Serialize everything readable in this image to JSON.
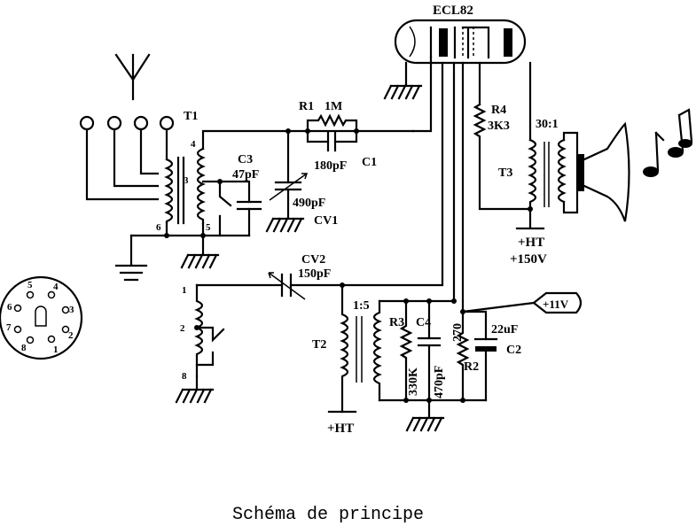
{
  "tube": {
    "name": "ECL82"
  },
  "t1": {
    "name": "T1",
    "pin4": "4",
    "pin3": "3",
    "pin6": "6",
    "pin5": "5"
  },
  "r1": {
    "name": "R1",
    "value": "1M"
  },
  "c1": {
    "name": "C1",
    "value": "180pF"
  },
  "c3": {
    "name": "C3",
    "value": "47pF"
  },
  "cv1": {
    "name": "CV1",
    "value": "490pF"
  },
  "cv2": {
    "name": "CV2",
    "value": "150pF"
  },
  "r4": {
    "name": "R4",
    "value": "3K3"
  },
  "t3": {
    "name": "T3",
    "ratio": "30:1"
  },
  "ht1": {
    "label": "+HT",
    "voltage": "+150V"
  },
  "t2": {
    "name": "T2",
    "ratio": "1:5",
    "ht": "+HT"
  },
  "r3": {
    "name": "R3",
    "value": "330K"
  },
  "c4": {
    "name": "C4",
    "value": "470pF"
  },
  "r2": {
    "name": "R2",
    "value": "270"
  },
  "c2": {
    "name": "C2",
    "value": "22uF"
  },
  "supply": {
    "label": "+11V"
  },
  "l2": {
    "pin1": "1",
    "pin2": "2",
    "pin8": "8"
  },
  "socket": {
    "pins": [
      "1",
      "2",
      "3",
      "4",
      "5",
      "6",
      "7",
      "8"
    ]
  },
  "caption": "Schéma de principe"
}
